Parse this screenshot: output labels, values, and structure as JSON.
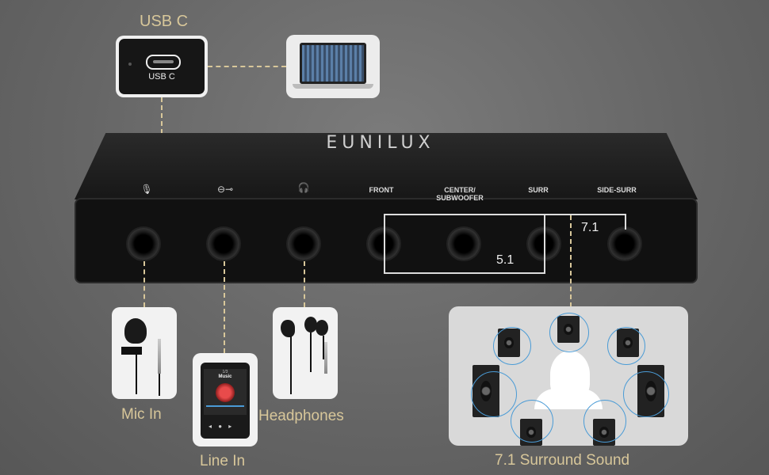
{
  "usb": {
    "title": "USB C",
    "port_label": "USB C"
  },
  "device": {
    "brand": "EUNILUX",
    "ports": [
      {
        "label": "",
        "icon": "microphone-icon"
      },
      {
        "label": "",
        "icon": "line-in-icon"
      },
      {
        "label": "",
        "icon": "headphones-icon"
      },
      {
        "label": "FRONT"
      },
      {
        "label": "CENTER/\nSUBWOOFER"
      },
      {
        "label": "SURR"
      },
      {
        "label": "SIDE-SURR"
      }
    ],
    "group_51": "5.1",
    "group_71": "7.1"
  },
  "captions": {
    "mic_in": "Mic In",
    "line_in": "Line In",
    "headphones": "Headphones",
    "surround": "7.1 Surround Sound"
  },
  "player": {
    "title": "Music",
    "time": "1/3"
  },
  "colors": {
    "accent": "#d8c79a",
    "wave": "#4a9bd6"
  }
}
